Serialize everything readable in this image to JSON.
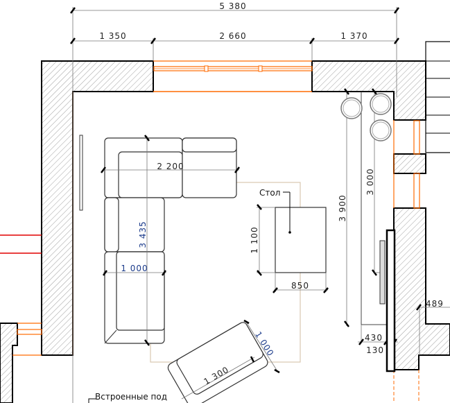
{
  "dimensions": {
    "overall_width": "5 380",
    "left_pier": "1 350",
    "window": "2 660",
    "right_pier": "1 370",
    "sofa_width": "2 200",
    "sofa_length": "3 435",
    "sofa_depth": "1 000",
    "table_length": "1 100",
    "table_width": "850",
    "cabinet_long": "3 900",
    "cabinet_short": "3 000",
    "cabinet_depth": "430",
    "fireplace_depth": "130",
    "wall_offset": "489",
    "armchair_width": "1 300",
    "armchair_depth": "1 000"
  },
  "labels": {
    "table": "Стол",
    "built_in": "Встроенные под"
  },
  "colors": {
    "window": "#ff6a00",
    "rug": "#d8c8b0",
    "radiator": "#e00000",
    "annotation_blue": "#1a3a8a"
  }
}
